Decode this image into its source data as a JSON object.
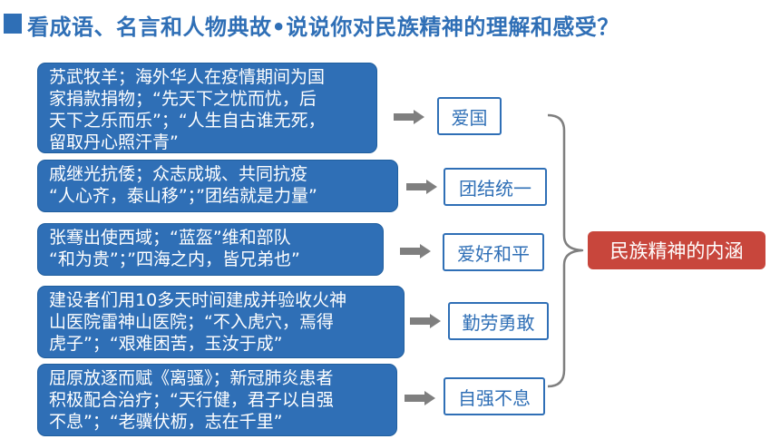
{
  "title": "看成语、名言和人物典故•说说你对民族精神的理解和感受？",
  "examples": [
    {
      "lines": [
        "苏武牧羊；海外华人在疫情期间为国",
        "家捐款捐物；“先天下之忧而忧，后",
        "天下之乐而乐”；“人生自古谁无死，",
        "留取丹心照汗青”"
      ]
    },
    {
      "lines": [
        "戚继光抗倭；众志成城、共同抗疫",
        "“人心齐，泰山移”；”团结就是力量”"
      ]
    },
    {
      "lines": [
        "张骞出使西域；“蓝盔”维和部队",
        "“和为贵”；”四海之内，皆兄弟也”"
      ]
    },
    {
      "lines": [
        "建设者们用10多天时间建成并验收火神",
        "山医院雷神山医院；“不入虎穴，焉得",
        "虎子”；“艰难困苦，玉汝于成”"
      ]
    },
    {
      "lines": [
        "屈原放逐而赋《离骚》；新冠肺炎患者",
        "积极配合治疗；“天行健，君子以自强",
        "不息”；“老骥伏枥，志在千里”"
      ]
    }
  ],
  "spirits": [
    "爱国",
    "团结统一",
    "爱好和平",
    "勤劳勇敢",
    "自强不息"
  ],
  "summary": "民族精神的内涵",
  "colors": {
    "primary": "#2f6fb6",
    "accent": "#c8463c",
    "arrow": "#7f7f7f"
  }
}
